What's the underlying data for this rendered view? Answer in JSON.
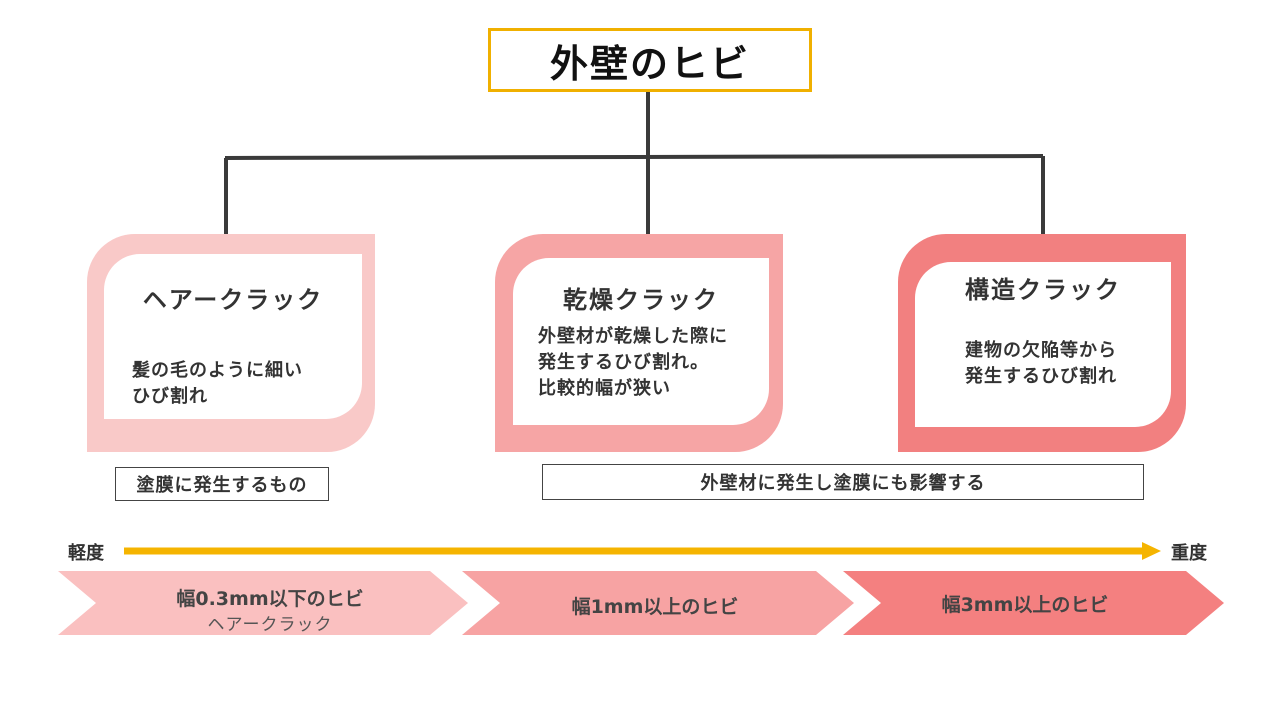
{
  "title": "外壁のヒビ",
  "cards": [
    {
      "title": "ヘアークラック",
      "desc": "髪の毛のように細い\nひび割れ",
      "color": "#f9c9c8"
    },
    {
      "title": "乾燥クラック",
      "desc": "外壁材が乾燥した際に\n発生するひび割れ。\n比較的幅が狭い",
      "color": "#f6a5a5"
    },
    {
      "title": "構造クラック",
      "desc": "建物の欠陥等から\n発生するひび割れ",
      "color": "#f28080"
    }
  ],
  "scope": {
    "coating": "塗膜に発生するもの",
    "wall": "外壁材に発生し塗膜にも影響する"
  },
  "severity": {
    "light": "軽度",
    "heavy": "重度",
    "arrow_color": "#f5b400"
  },
  "chevrons": [
    {
      "main": "幅0.3mm以下のヒビ",
      "sub": "ヘアークラック",
      "color": "#fac0c0"
    },
    {
      "main": "幅1mm以上のヒビ",
      "sub": "",
      "color": "#f7a3a3"
    },
    {
      "main": "幅3mm以上のヒビ",
      "sub": "",
      "color": "#f48080"
    }
  ]
}
